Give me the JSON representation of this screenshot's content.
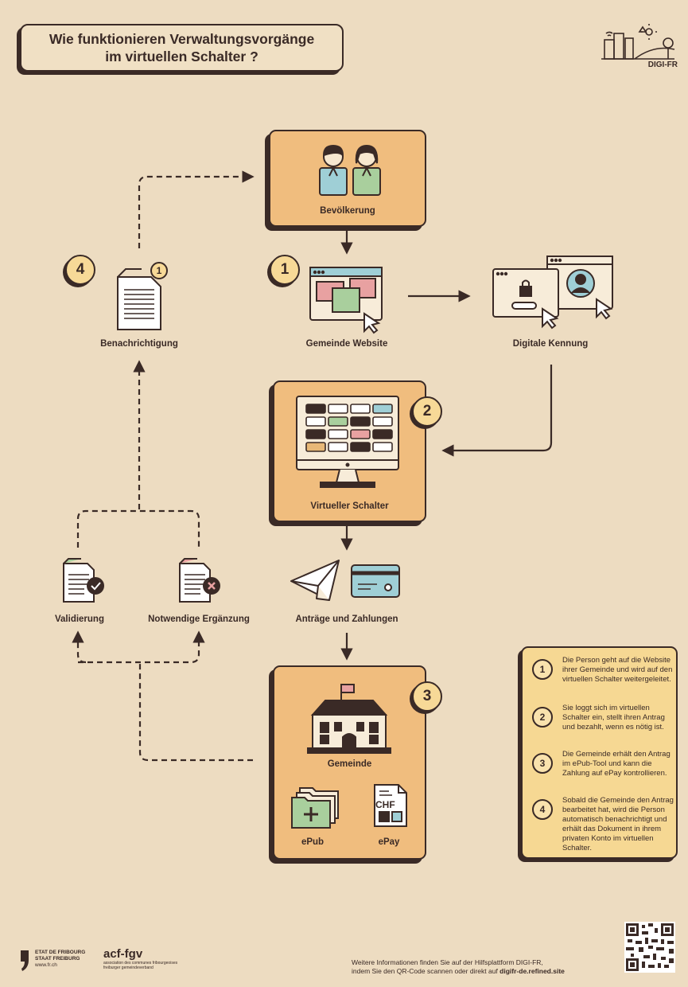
{
  "title": "Wie funktionieren Verwaltungsvorgänge\nim virtuellen Schalter ?",
  "logo_text": "DIGI-FR",
  "nodes": {
    "population": "Bevölkerung",
    "website": "Gemeinde Website",
    "digital_id": "Digitale Kennung",
    "counter": "Virtueller Schalter",
    "requests": "Anträge und Zahlungen",
    "municipality": "Gemeinde",
    "epub": "ePub",
    "epay": "ePay",
    "notification": "Benachrichtigung",
    "validation": "Validierung",
    "completion": "Notwendige Ergänzung"
  },
  "steps": [
    "1",
    "2",
    "3",
    "4"
  ],
  "chf": "CHF",
  "badge": "1",
  "legend": [
    {
      "num": "1",
      "text": "Die Person geht auf die Website ihrer Gemeinde und wird auf den virtuellen Schalter weitergeleitet."
    },
    {
      "num": "2",
      "text": "Sie loggt sich im virtuellen Schalter ein, stellt ihren Antrag und bezahlt, wenn es nötig ist."
    },
    {
      "num": "3",
      "text": "Die Gemeinde erhält den Antrag im ePub-Tool und kann die Zahlung auf ePay kontrollieren."
    },
    {
      "num": "4",
      "text": "Sobald die Gemeinde den Antrag bearbeitet hat, wird die Person automatisch benachrichtigt und erhält das Dokument in ihrem privaten Konto im virtuellen Schalter."
    }
  ],
  "footer": {
    "etat_line1": "ETAT DE FRIBOURG",
    "etat_line2": "STAAT FREIBURG",
    "etat_web": "www.fr.ch",
    "acf": "acf-fgv",
    "acf_sub1": "association des communes fribourgeoises",
    "acf_sub2": "freiburger gemeindeverband",
    "info1": "Weitere Informationen finden Sie auf der Hilfsplattform DIGI-FR,",
    "info2": "indem Sie den QR-Code scannen oder direkt auf ",
    "info_link": "digifr-de.refined.site"
  },
  "colors": {
    "background": "#eddcc1",
    "card": "#f0bd7e",
    "legend": "#f6d893",
    "ink": "#3a2a26",
    "pink": "#e8a1a1",
    "green": "#a9cf9d",
    "blue": "#9fcfd6"
  }
}
